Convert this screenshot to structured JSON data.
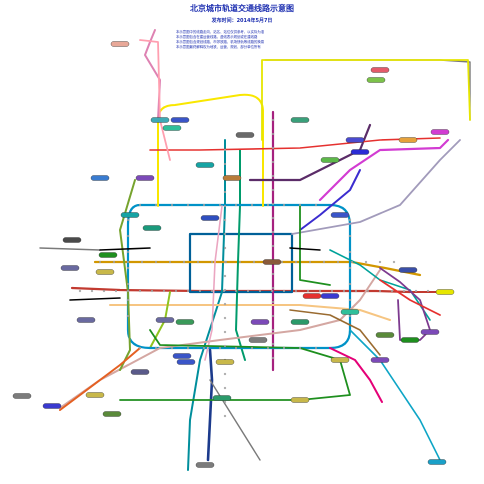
{
  "header": {
    "title": "北京城市轨道交通线路示意图",
    "subtitle": "发布时间：2014年5月7日"
  },
  "notes": [
    "本示意图中的线路走向、站名、站位仅供参考，以实际为准",
    "本示意图包含在建运营线路，虚线表示规划或在建线路",
    "本示意图包含规划线路、市郊铁路、机场快轨等线路的换乘",
    "本示意图最终解释权为地铁、运营、规划、部分单位所有"
  ],
  "diagram": {
    "lines": [
      {
        "id": "line-1",
        "color": "#c23a30"
      },
      {
        "id": "line-2",
        "color": "#006098"
      },
      {
        "id": "line-4",
        "color": "#008e9c"
      },
      {
        "id": "line-5",
        "color": "#a6217f"
      },
      {
        "id": "line-6",
        "color": "#d29700"
      },
      {
        "id": "line-7",
        "color": "#f6c582"
      },
      {
        "id": "line-8",
        "color": "#009b6b"
      },
      {
        "id": "line-9",
        "color": "#8fc31f"
      },
      {
        "id": "line-10",
        "color": "#0092c7"
      },
      {
        "id": "line-13",
        "color": "#f9e700"
      },
      {
        "id": "line-14",
        "color": "#d4a7a2"
      },
      {
        "id": "line-15",
        "color": "#5b2c68"
      },
      {
        "id": "line-16",
        "color": "#76a32e"
      },
      {
        "id": "batong",
        "color": "#c23a30"
      },
      {
        "id": "changping",
        "color": "#de82b2"
      },
      {
        "id": "yizhuang",
        "color": "#e40077"
      },
      {
        "id": "fangshan",
        "color": "#e46022"
      },
      {
        "id": "airport",
        "color": "#a29bbb"
      },
      {
        "id": "line-3",
        "color": "#e5312f"
      },
      {
        "id": "line-12",
        "color": "#9a6b30"
      },
      {
        "id": "line-17",
        "color": "#00a29a"
      },
      {
        "id": "line-19",
        "color": "#eba6c1"
      },
      {
        "id": "new-airport",
        "color": "#1b3a8c"
      },
      {
        "id": "suburban",
        "color": "#7a7a7a"
      }
    ]
  }
}
